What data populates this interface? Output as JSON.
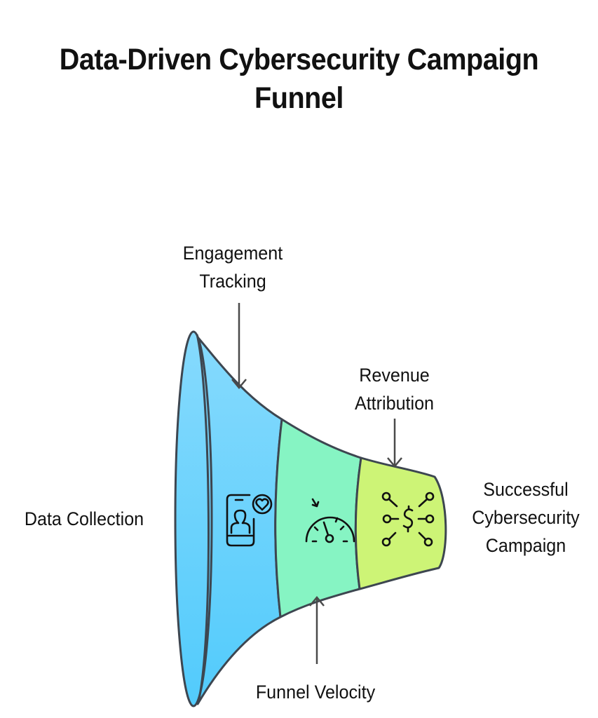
{
  "title": {
    "line1": "Data-Driven Cybersecurity Campaign",
    "line2": "Funnel"
  },
  "stages": [
    {
      "name": "Data Collection",
      "color": "#6fd3fb",
      "icon": "none"
    },
    {
      "name": "Engagement Tracking",
      "color": "#79d7fd",
      "icon": "phone-user-heart-icon"
    },
    {
      "name": "Funnel Velocity",
      "color": "#86f2c4",
      "icon": "speedometer-icon"
    },
    {
      "name": "Revenue Attribution",
      "color": "#ccf374",
      "icon": "dollar-network-icon"
    }
  ],
  "labels": {
    "data_collection": "Data Collection",
    "engagement_tracking_1": "Engagement",
    "engagement_tracking_2": "Tracking",
    "revenue_attribution_1": "Revenue",
    "revenue_attribution_2": "Attribution",
    "funnel_velocity": "Funnel Velocity",
    "outcome_1": "Successful",
    "outcome_2": "Cybersecurity",
    "outcome_3": "Campaign"
  },
  "colors": {
    "outline": "#3d4650",
    "arrow": "#4a4a4a",
    "blue_top": "#7fd8fd",
    "blue_bottom": "#57cdfc",
    "green": "#86f4c3",
    "lime": "#cdf476"
  }
}
